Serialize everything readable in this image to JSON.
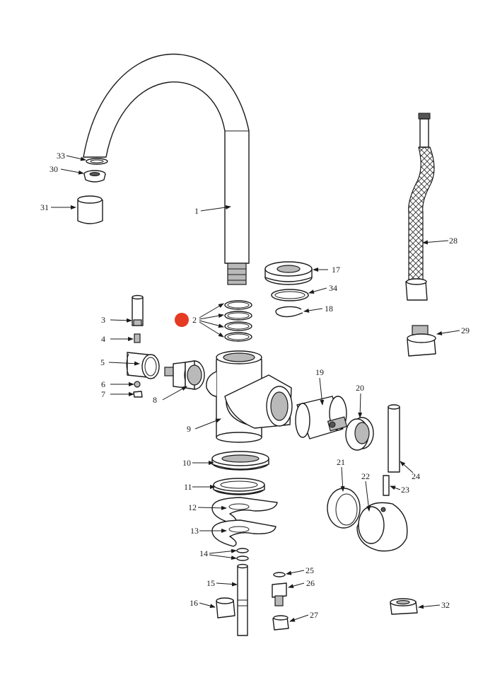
{
  "diagram": {
    "marker_color": "#e53a24",
    "labels": {
      "p1": "1",
      "p2": "2",
      "p3": "3",
      "p4": "4",
      "p5": "5",
      "p6": "6",
      "p7": "7",
      "p8": "8",
      "p9": "9",
      "p10": "10",
      "p11": "11",
      "p12": "12",
      "p13": "13",
      "p14": "14",
      "p15": "15",
      "p16": "16",
      "p17": "17",
      "p18": "18",
      "p19": "19",
      "p20": "20",
      "p21": "21",
      "p22": "22",
      "p23": "23",
      "p24": "24",
      "p25": "25",
      "p26": "26",
      "p27": "27",
      "p28": "28",
      "p29": "29",
      "p30": "30",
      "p31": "31",
      "p32": "32",
      "p33": "33",
      "p34": "34"
    }
  }
}
